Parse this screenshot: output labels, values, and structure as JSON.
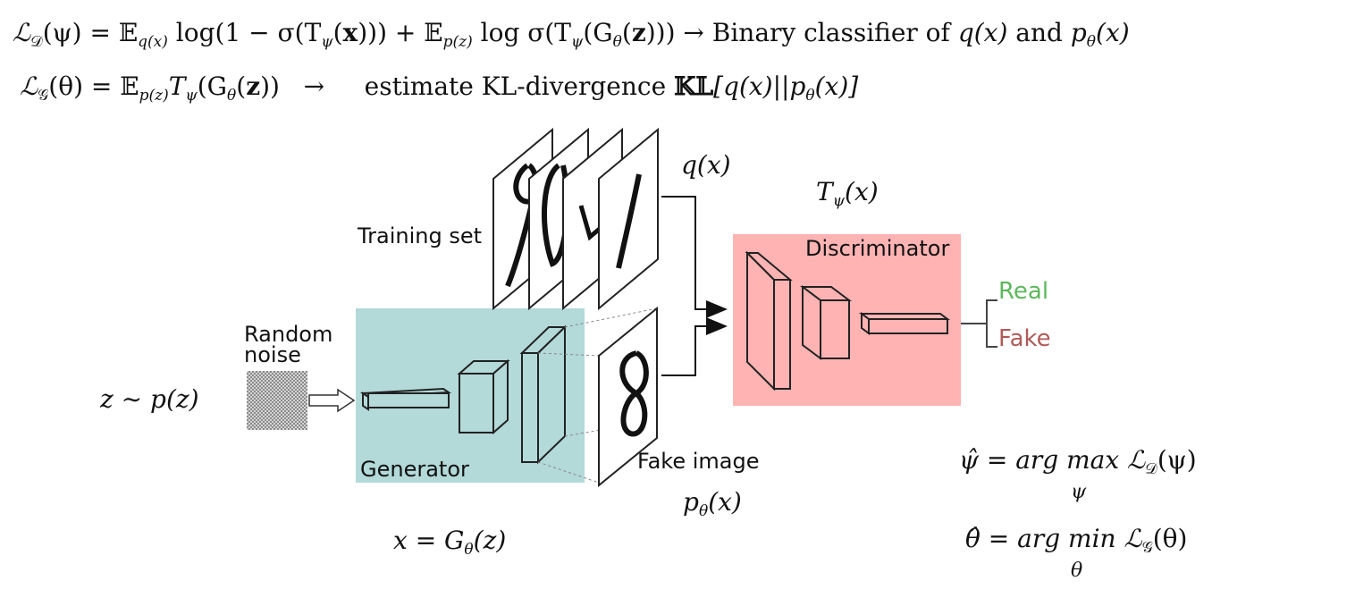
{
  "equations": {
    "loss_d": {
      "lhs": "ℒ",
      "lhs_sub": "𝒟",
      "body_1": "(ψ) = 𝔼",
      "sub_1": "q(x)",
      "body_2": " log(1 − σ(T",
      "sub_2": "ψ",
      "body_3": "(",
      "bold_x": "x",
      "body_4": "))) + 𝔼",
      "sub_3": "p(z)",
      "body_5": " log σ(T",
      "sub_4": "ψ",
      "body_6": "(G",
      "sub_5": "θ",
      "body_7": "(",
      "bold_z": "z",
      "body_8": "))) → ",
      "desc": "Binary classifier of ",
      "desc_q": "q(x)",
      "desc_and": " and ",
      "desc_p": "p",
      "desc_p_sub": "θ",
      "desc_p_end": "(x)"
    },
    "loss_g": {
      "lhs": "ℒ",
      "lhs_sub": "𝒢",
      "body_1": "(θ) = 𝔼",
      "sub_1": "p(z)",
      "body_2": "T",
      "sub_2": "ψ",
      "body_3": "(G",
      "sub_3": "θ",
      "body_4": "(",
      "bold_z": "z",
      "body_5": "))   →     ",
      "desc": "estimate KL-divergence ",
      "desc_kl": "𝕂𝕃",
      "desc_rest": "[q(x)||p",
      "desc_p_sub": "θ",
      "desc_end": "(x)]"
    }
  },
  "diagram": {
    "training_set_label": "Training set",
    "random_noise_label_1": "Random",
    "random_noise_label_2": "noise",
    "generator_label": "Generator",
    "discriminator_label": "Discriminator",
    "fake_image_label": "Fake image",
    "real_label": "Real",
    "fake_label": "Fake",
    "q_x": "q(x)",
    "t_psi_x": "T",
    "t_psi_sub": "ψ",
    "t_psi_end": "(x)",
    "z_dist": "z ∼ p(z)",
    "p_theta": "p",
    "p_theta_sub": "θ",
    "p_theta_end": "(x)",
    "x_eq": "x = G",
    "x_eq_sub": "θ",
    "x_eq_end": "(z)",
    "digits": [
      "9",
      "0",
      "4",
      "1"
    ],
    "fake_digit": "8"
  },
  "optimization": {
    "psi_hat_lhs": "ψ̂ = arg max ℒ",
    "psi_hat_sub": "𝒟",
    "psi_hat_end": "(ψ)",
    "psi_under": "ψ",
    "theta_hat_lhs": "θ̂ = arg min ℒ",
    "theta_hat_sub": "𝒢",
    "theta_hat_end": "(θ)",
    "theta_under": "θ"
  },
  "colors": {
    "generator_bg": "#b3d9d9",
    "discriminator_bg": "#ffb3b3",
    "real": "#5cb85c",
    "fake": "#b05a5a"
  }
}
